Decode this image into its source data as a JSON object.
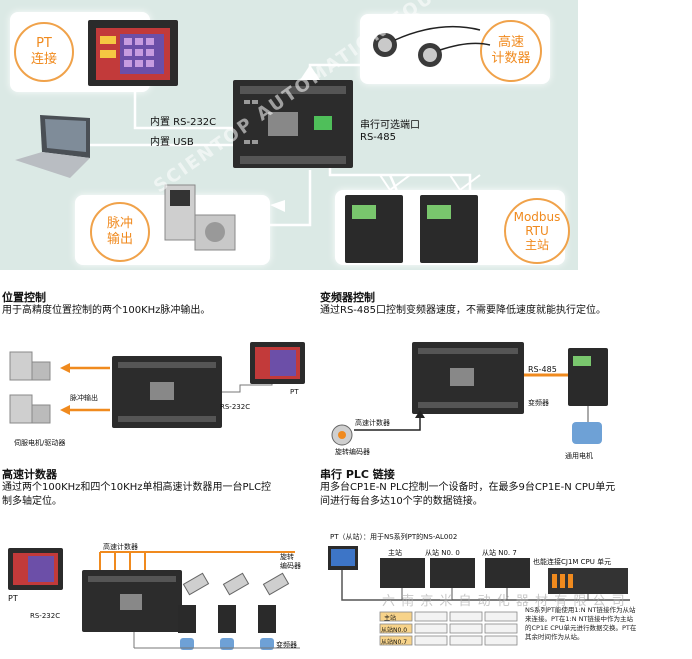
{
  "hero": {
    "pt_bubble": [
      "PT",
      "连接"
    ],
    "counter_bubble": [
      "高速",
      "计数器"
    ],
    "pulse_bubble": [
      "脉冲",
      "输出"
    ],
    "modbus_bubble": [
      "Modbus",
      "RTU",
      "主站"
    ],
    "rs232_label": "内置 RS-232C",
    "usb_label": "内置 USB",
    "serial_label_line1": "串行可选端口",
    "serial_label_line2": "RS-485",
    "watermark": "SCIENTOP AUTOMATION EQUIPMENT"
  },
  "sections": {
    "position": {
      "title": "位置控制",
      "desc": "用于高精度位置控制的两个100KHz脉冲输出。",
      "pulse_label": "脉冲输出",
      "rs232": "RS-232C",
      "pt": "PT",
      "servo": "伺服电机/驱动器"
    },
    "inverter": {
      "title": "变频器控制",
      "desc": "通过RS-485口控制变频器速度，不需要降低速度就能执行定位。",
      "rs485": "RS-485",
      "inverter_label": "变频器",
      "counter": "高速计数器",
      "encoder": "旋转编码器",
      "motor": "通用电机"
    },
    "counter": {
      "title": "高速计数器",
      "desc_line1": "通过两个100KHz和四个10KHz单相高速计数器用一台PLC控",
      "desc_line2": "制多轴定位。",
      "counter_label": "高速计数器",
      "encoder_line1": "旋转",
      "encoder_line2": "编码器",
      "pt": "PT",
      "rs232": "RS-232C",
      "inverter": "变频器"
    },
    "link": {
      "title": "串行 PLC 链接",
      "desc_line1": "用多台CP1E-N PLC控制一个设备时，在最多9台CP1E-N CPU单元",
      "desc_line2": "间进行每台多达10个字的数据链接。",
      "pt_slave": "PT（从站）：用于NS系列PT的NS-AL002",
      "master": "主站",
      "slave0": "从站 N0. 0",
      "slave7": "从站 N0. 7",
      "cj1m": "也能连接CJ1M CPU 单元",
      "note_line1": "NS系列PT能使用1:N NT链接作为从站",
      "note_line2": "来连接。PT在1:N NT链接中作为主站",
      "note_line3": "的CP1E CPU单元进行数据交换。PT在",
      "note_line4": "其余时间作为从站。",
      "table_master": "主站",
      "table_n0": "从站N0.0",
      "table_n7": "从站N0.7",
      "footer_watermark": "六 南 京 米 自 动 化 器 材 有 限 公 司"
    }
  },
  "colors": {
    "hero_bg": "#dbe9e5",
    "accent_orange": "#f08a1e",
    "plc_dark": "#2c2c2c",
    "bubble_border": "#f0a24a"
  }
}
